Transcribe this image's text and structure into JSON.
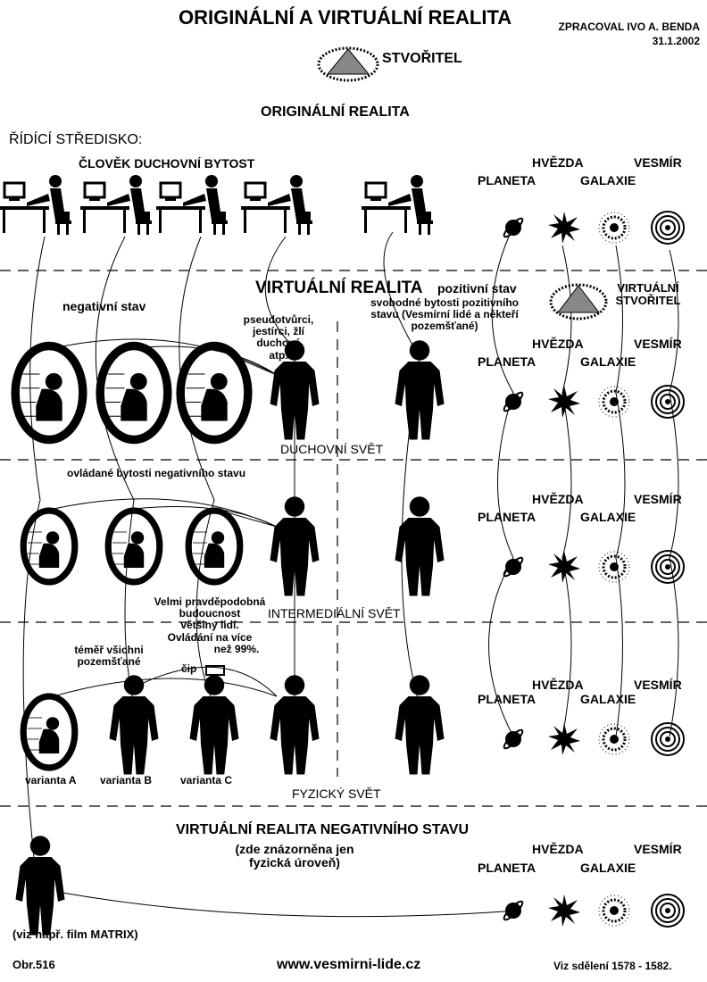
{
  "header": {
    "title": "ORIGINÁLNÍ A VIRTUÁLNÍ REALITA",
    "author": "ZPRACOVAL IVO A. BENDA",
    "date": "31.1.2002",
    "creator": "STVOŘITEL"
  },
  "original": {
    "title": "ORIGINÁLNÍ REALITA",
    "control_center": "ŘÍDÍCÍ STŘEDISKO:",
    "human_spirit": "ČLOVĚK  DUCHOVNÍ BYTOST"
  },
  "cosmos": {
    "planet": "PLANETA",
    "star": "HVĚZDA",
    "galaxy": "GALAXIE",
    "universe": "VESMÍR"
  },
  "virtual": {
    "title": "VIRTUÁLNÍ REALITA",
    "negative": "negativní stav",
    "positive": "pozitivní stav",
    "free_beings": [
      "svobodné bytosti pozitivního",
      "stavu (Vesmírní lidé a někteří",
      "pozemšťané)"
    ],
    "virtual_creator": [
      "VIRTUÁLNÍ",
      "STVOŘITEL"
    ],
    "pseudo": [
      "pseudotvůrci,",
      "jestírci, žlí",
      "duchové",
      "atp."
    ],
    "controlled": "ovládané bytosti negativního stavu"
  },
  "worlds": {
    "spiritual": "DUCHOVNÍ SVĚT",
    "intermediate": "INTERMEDIÁLNÍ SVĚT",
    "physical": "FYZICKÝ SVĚT"
  },
  "physical": {
    "probable": [
      "Velmi pravděpodobná",
      "budoucnost",
      "většiny lidí.",
      "Ovládání na více",
      "než 99%."
    ],
    "almost_all": [
      "téměř všichni",
      "pozemšťané"
    ],
    "chip": "čip",
    "variant_a": "varianta A",
    "variant_b": "varianta B",
    "variant_c": "varianta C"
  },
  "negative_vr": {
    "title": "VIRTUÁLNÍ REALITA NEGATIVNÍHO STAVU",
    "note": [
      "(zde znázorněna jen",
      "fyzická úroveň)"
    ],
    "matrix": "(viz např. film MATRIX)"
  },
  "footer": {
    "figure": "Obr.516",
    "website": "www.vesmirni-lide.cz",
    "reference": "Viz sdělení 1578 - 1582."
  }
}
